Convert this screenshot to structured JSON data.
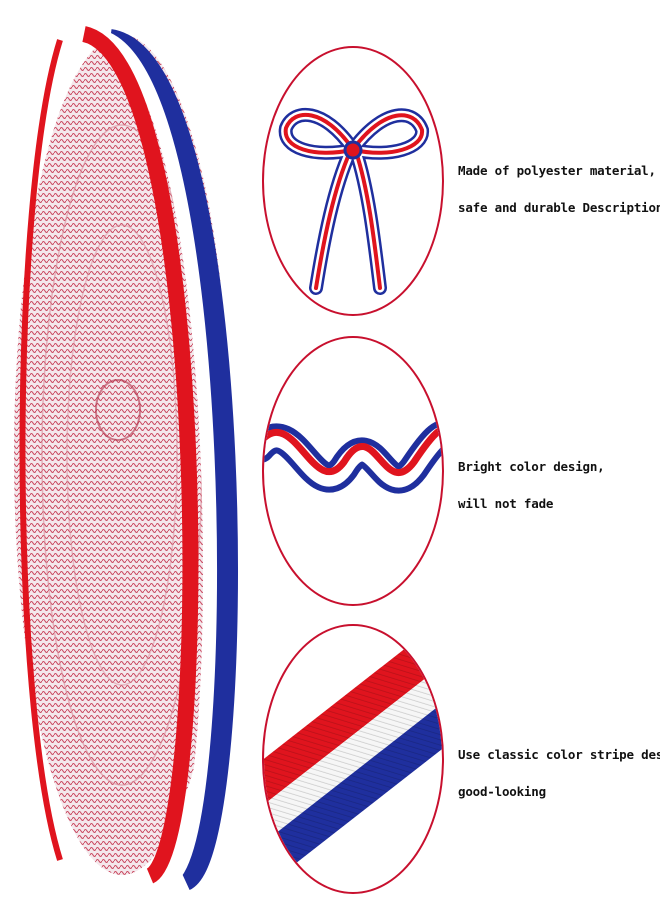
{
  "colors": {
    "red": "#e0141e",
    "white": "#ffffff",
    "blue": "#1f2f9e",
    "frame": "#c8102e",
    "text": "#111111"
  },
  "features": [
    {
      "icon": "ribbon-bow-icon",
      "lines": [
        "Made of polyester material,",
        "safe and durable Description"
      ]
    },
    {
      "icon": "ribbon-wave-icon",
      "lines": [
        "Bright color design,",
        "will not fade"
      ]
    },
    {
      "icon": "ribbon-closeup-icon",
      "lines": [
        "Use classic color stripe design,",
        "good-looking"
      ]
    }
  ]
}
